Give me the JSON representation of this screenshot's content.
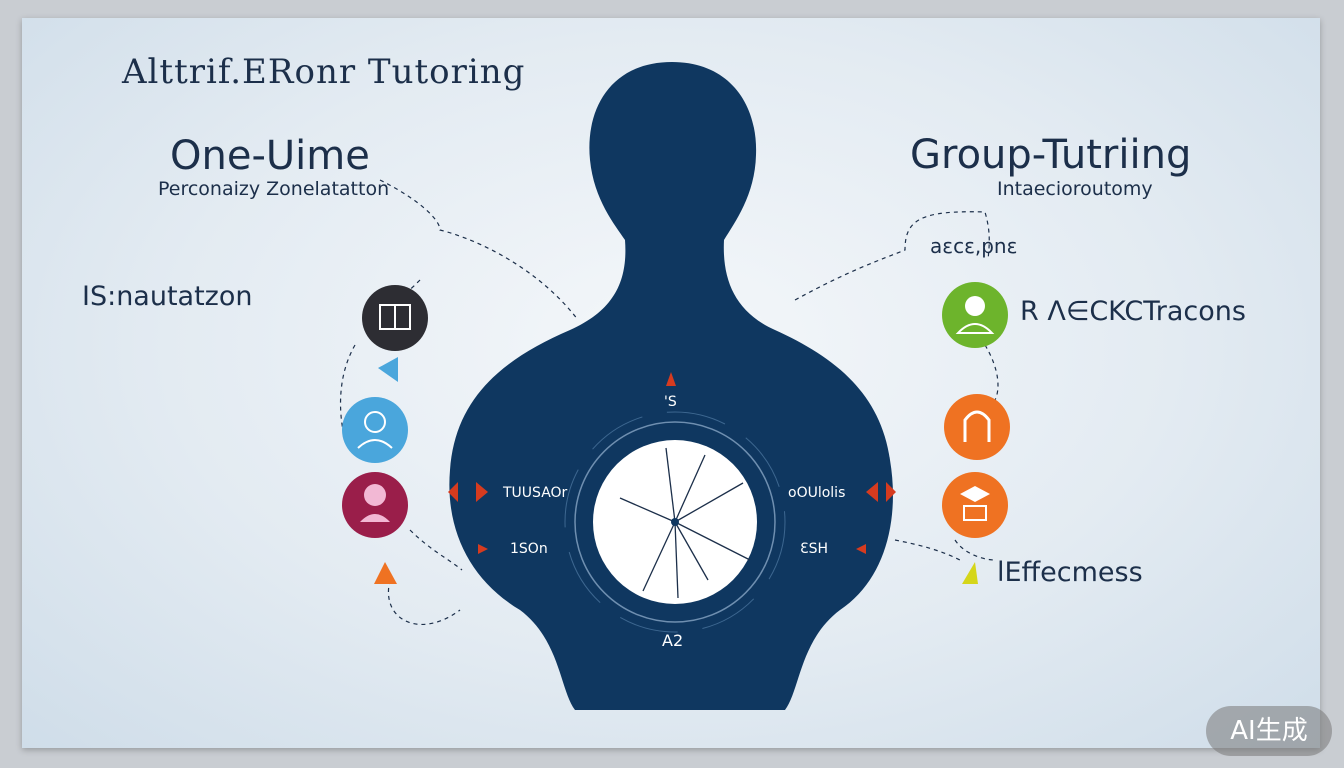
{
  "brand_title": "Alttrif.ERonr Tutoring",
  "left": {
    "title": "One-Uime",
    "subtitle": "Perconaizy Zonelatatton",
    "side_label": "IS:nautatzon"
  },
  "right": {
    "title": "Group-Tutriing",
    "subtitle": "Intaecioroutomy",
    "mini_label": "aεcε,pnε",
    "side_label": "R Λ∈CKCTracons",
    "bottom_label": "lEffecmess"
  },
  "center": {
    "top_label": "'S",
    "left_upper": "TUUSAOr",
    "left_lower": "1SOn",
    "right_upper": "oOUlolis",
    "right_lower": "ƐSH",
    "bottom_label": "A2"
  },
  "icons": {
    "left": [
      "book-icon",
      "tutor-icon",
      "student-icon"
    ],
    "right": [
      "group-icon",
      "headphones-icon",
      "graduate-icon"
    ]
  },
  "colors": {
    "silhouette": "#0f3760",
    "green": "#6db42c",
    "orange": "#ef7222",
    "blue": "#4aa6dc",
    "magenta": "#9a1e4a",
    "dark": "#2d2d33"
  },
  "watermark": "AI生成"
}
